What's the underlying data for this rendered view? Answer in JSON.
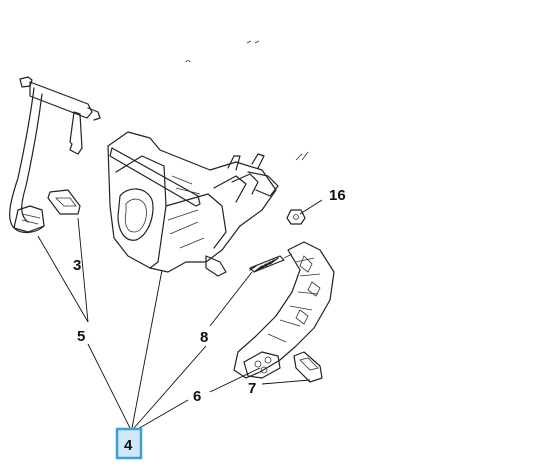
{
  "callouts": {
    "c3": "3",
    "c4": "4",
    "c5": "5",
    "c6": "6",
    "c7": "7",
    "c8": "8",
    "c16": "16"
  },
  "highlight": {
    "callout": "4",
    "color": "#3aa0d8",
    "fill": "#cfe7f7"
  }
}
